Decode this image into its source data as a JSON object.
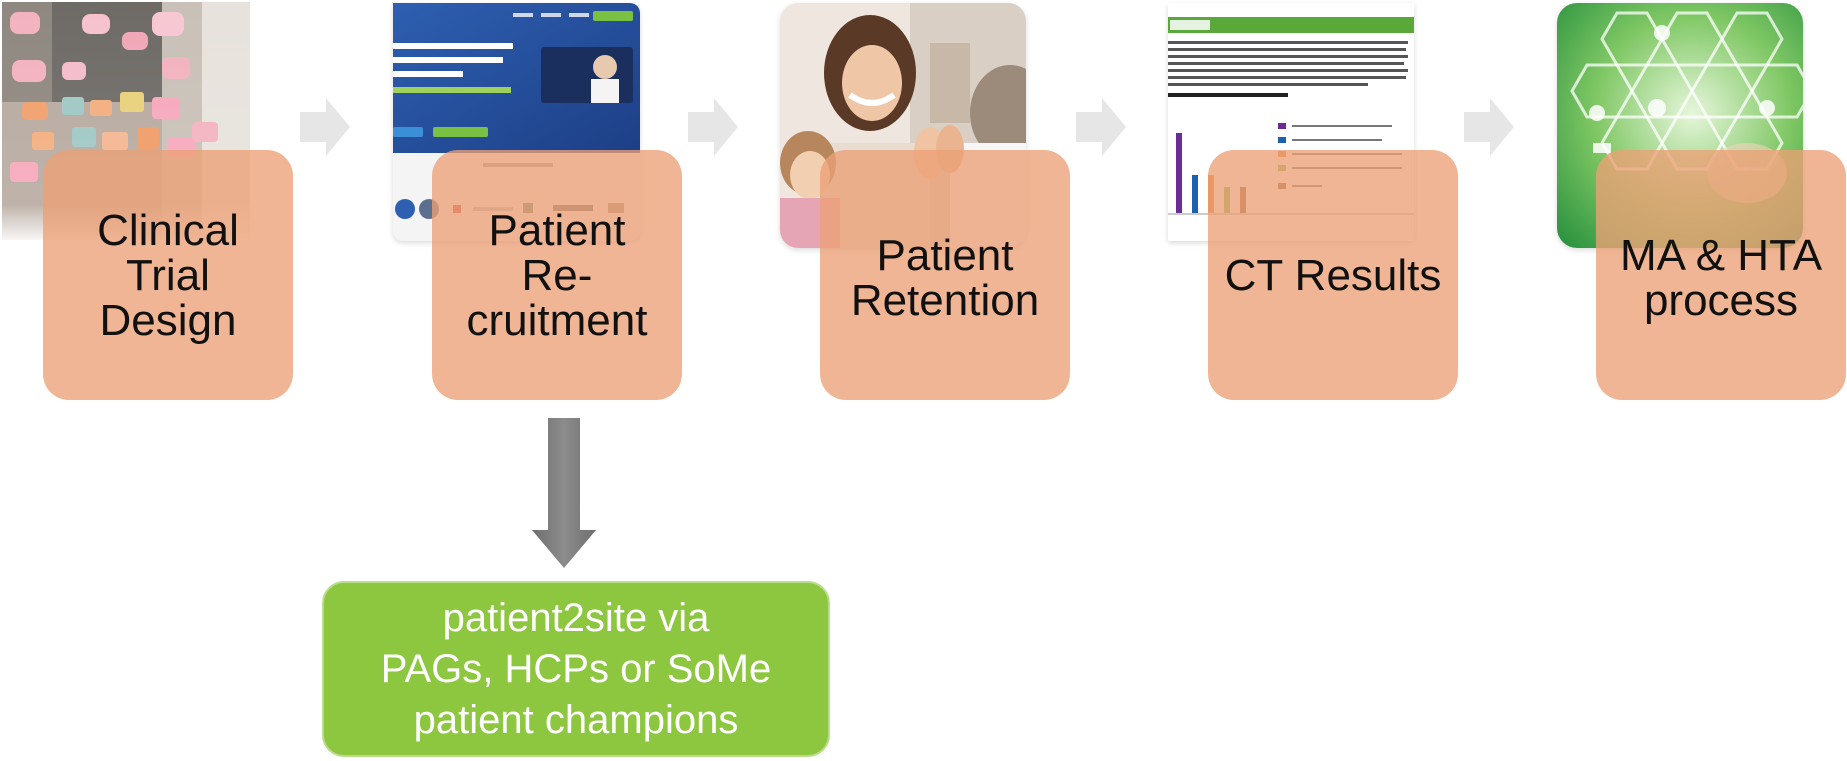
{
  "steps": [
    {
      "label": "Clinical\nTrial\nDesign"
    },
    {
      "label": "Patient\nRe-\ncruitment"
    },
    {
      "label": "Patient\nRetention"
    },
    {
      "label": "CT Results"
    },
    {
      "label": "MA & HTA\nprocess"
    }
  ],
  "callout": {
    "text": "patient2site via\nPAGs, HCPs or SoMe\npatient champions"
  },
  "colors": {
    "step_box": "#eca076",
    "callout_box": "#8dc63f",
    "arrow": "#808080",
    "chevron": "#e6e6e6"
  }
}
